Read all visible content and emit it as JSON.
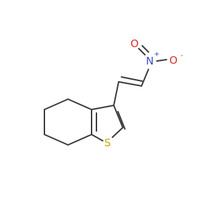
{
  "molecule": {
    "atoms": {
      "nitrogen": {
        "symbol": "N",
        "charge": "+",
        "color": "#3b4cc0"
      },
      "oxygen": {
        "symbol": "O",
        "charge": "-",
        "color": "#e03030"
      },
      "sulfur": {
        "symbol": "S",
        "color": "#c8a800"
      }
    },
    "colors": {
      "bond": "#3a3a3a",
      "background": "#ffffff"
    }
  }
}
